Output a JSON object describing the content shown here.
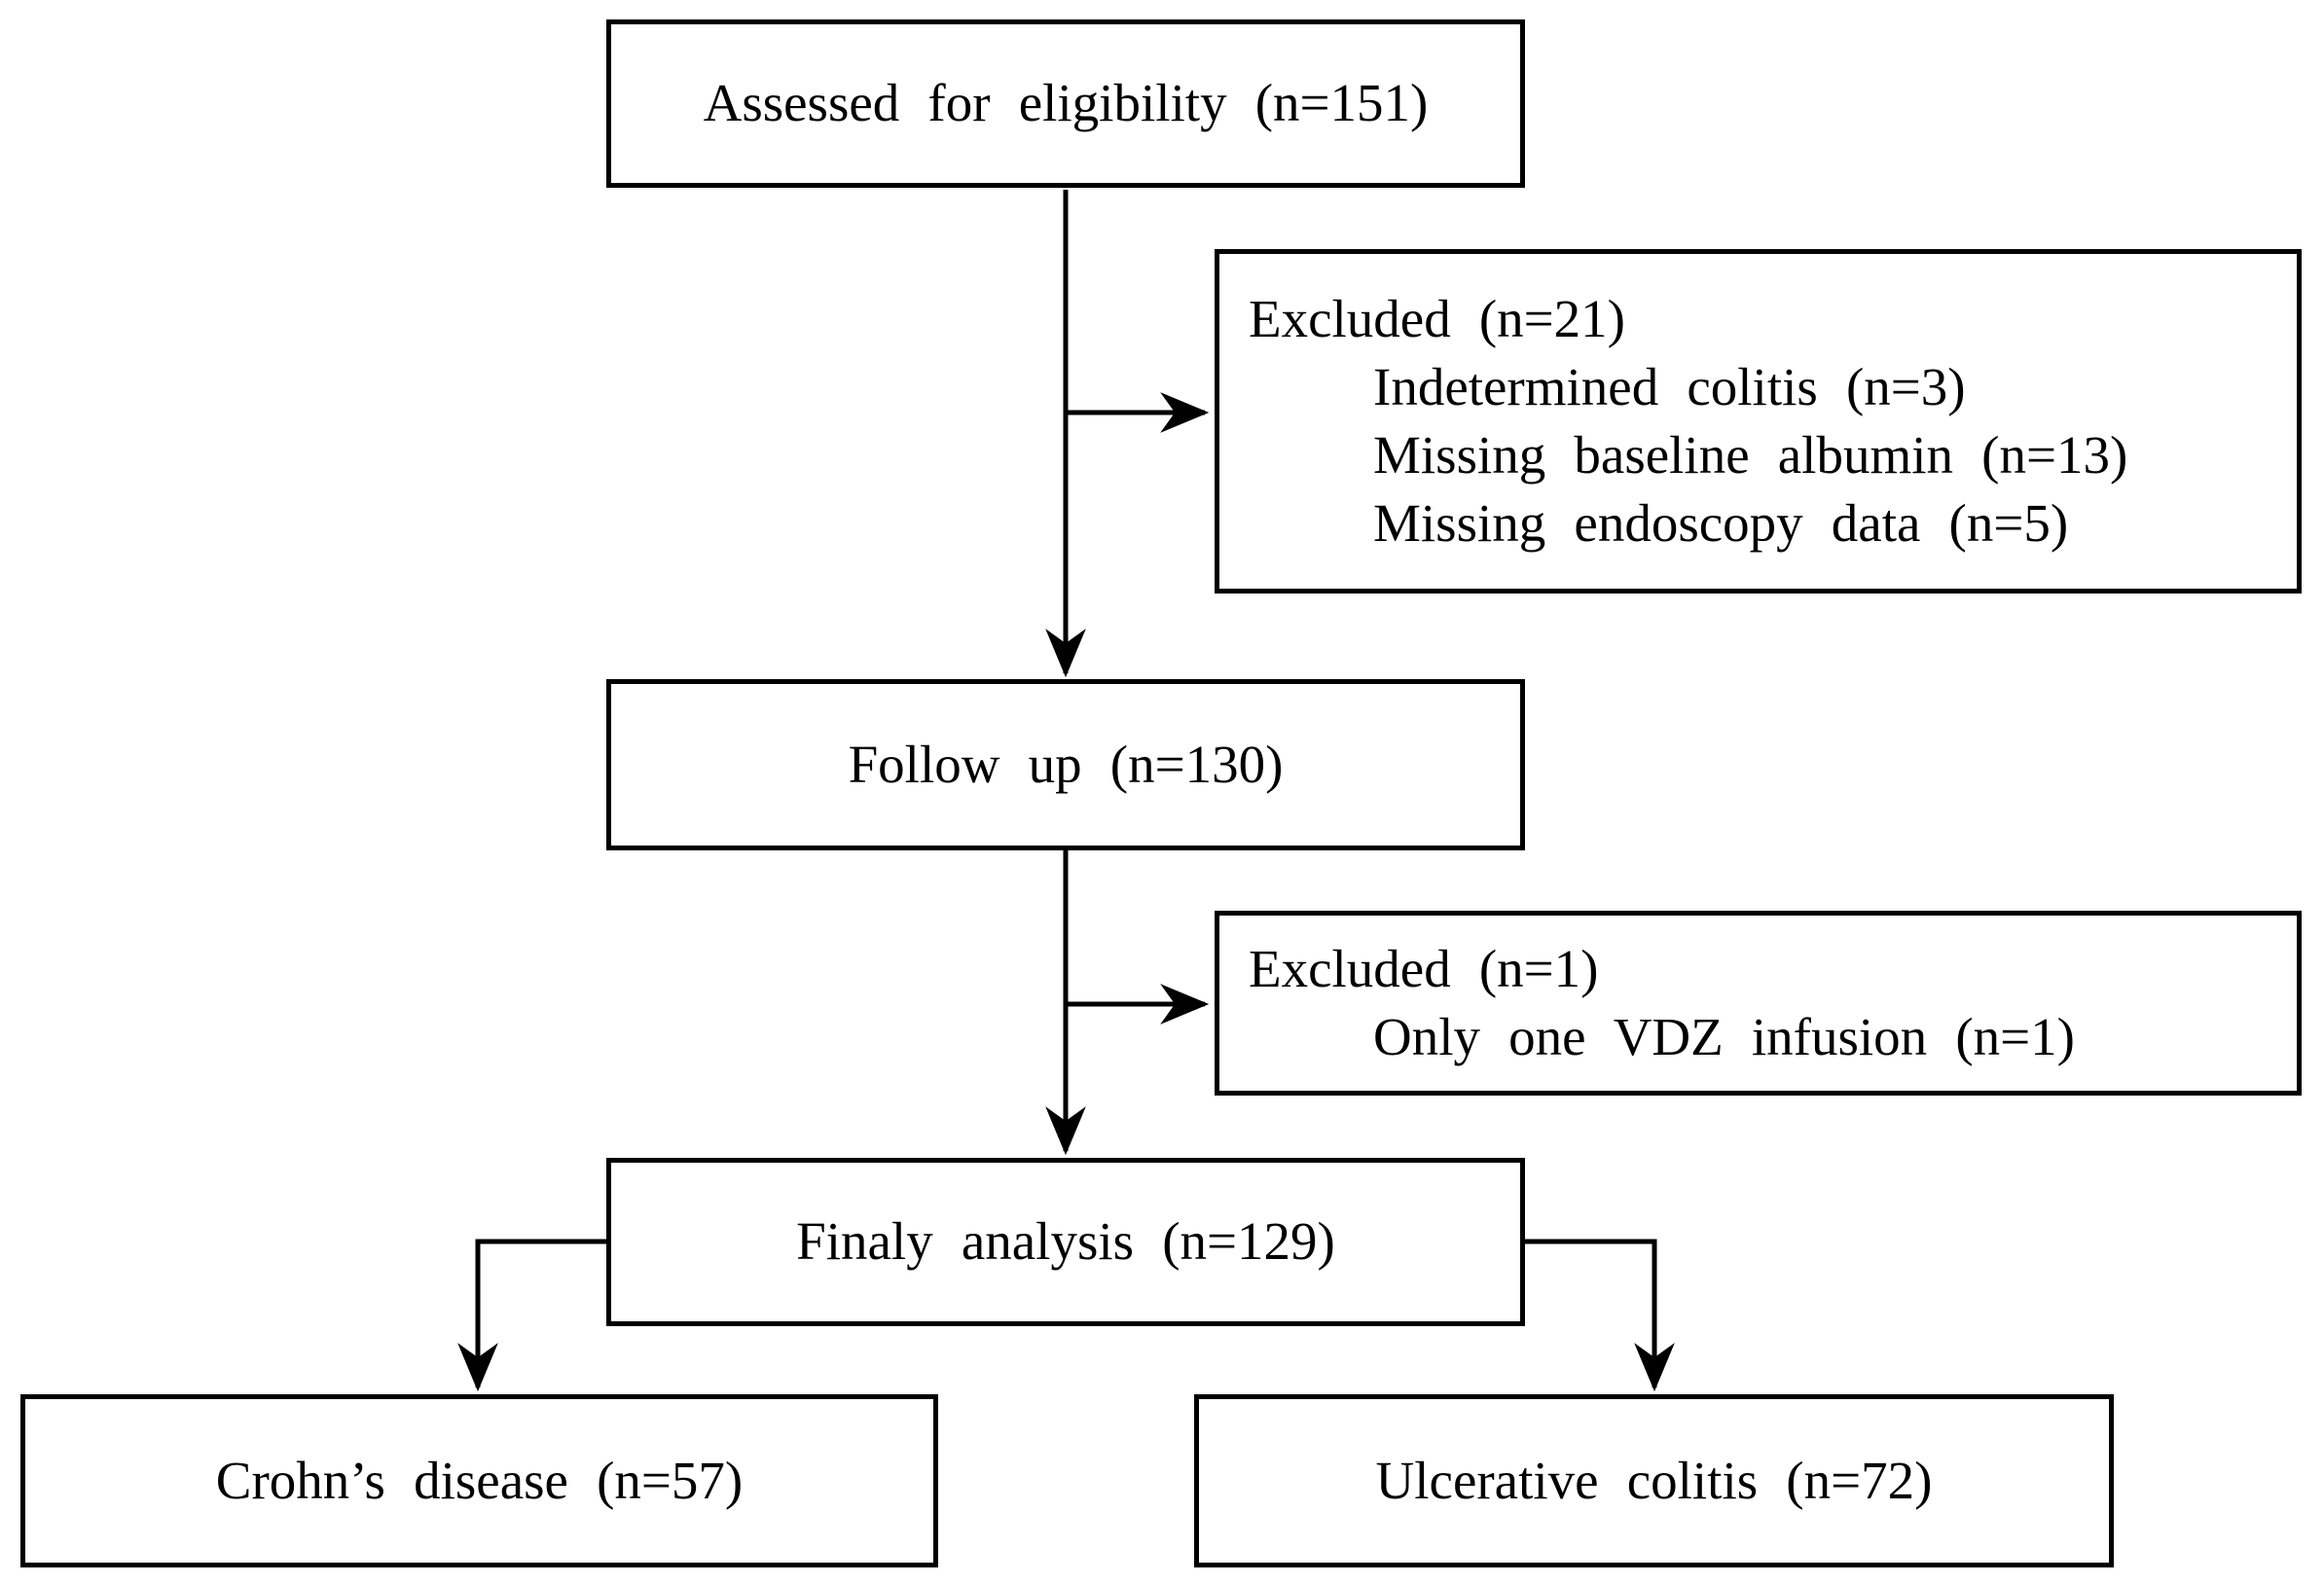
{
  "flowchart": {
    "colors": {
      "background": "#ffffff",
      "box_border": "#000000",
      "line": "#000000",
      "text": "#000000"
    },
    "assessed": {
      "label": "Assessed for eligibility (n=151)"
    },
    "excluded_1": {
      "title": "Excluded (n=21)",
      "items": [
        "Indetermined colitis (n=3)",
        "Missing baseline albumin (n=13)",
        "Missing endoscopy data (n=5)"
      ]
    },
    "follow_up": {
      "label": "Follow up (n=130)"
    },
    "excluded_2": {
      "title": "Excluded (n=1)",
      "items": [
        "Only one VDZ infusion (n=1)"
      ]
    },
    "final_analysis": {
      "label": "Finaly analysis (n=129)"
    },
    "crohns_disease": {
      "label": "Crohn’s disease (n=57)"
    },
    "ulcerative_colitis": {
      "label": "Ulcerative colitis (n=72)"
    }
  }
}
